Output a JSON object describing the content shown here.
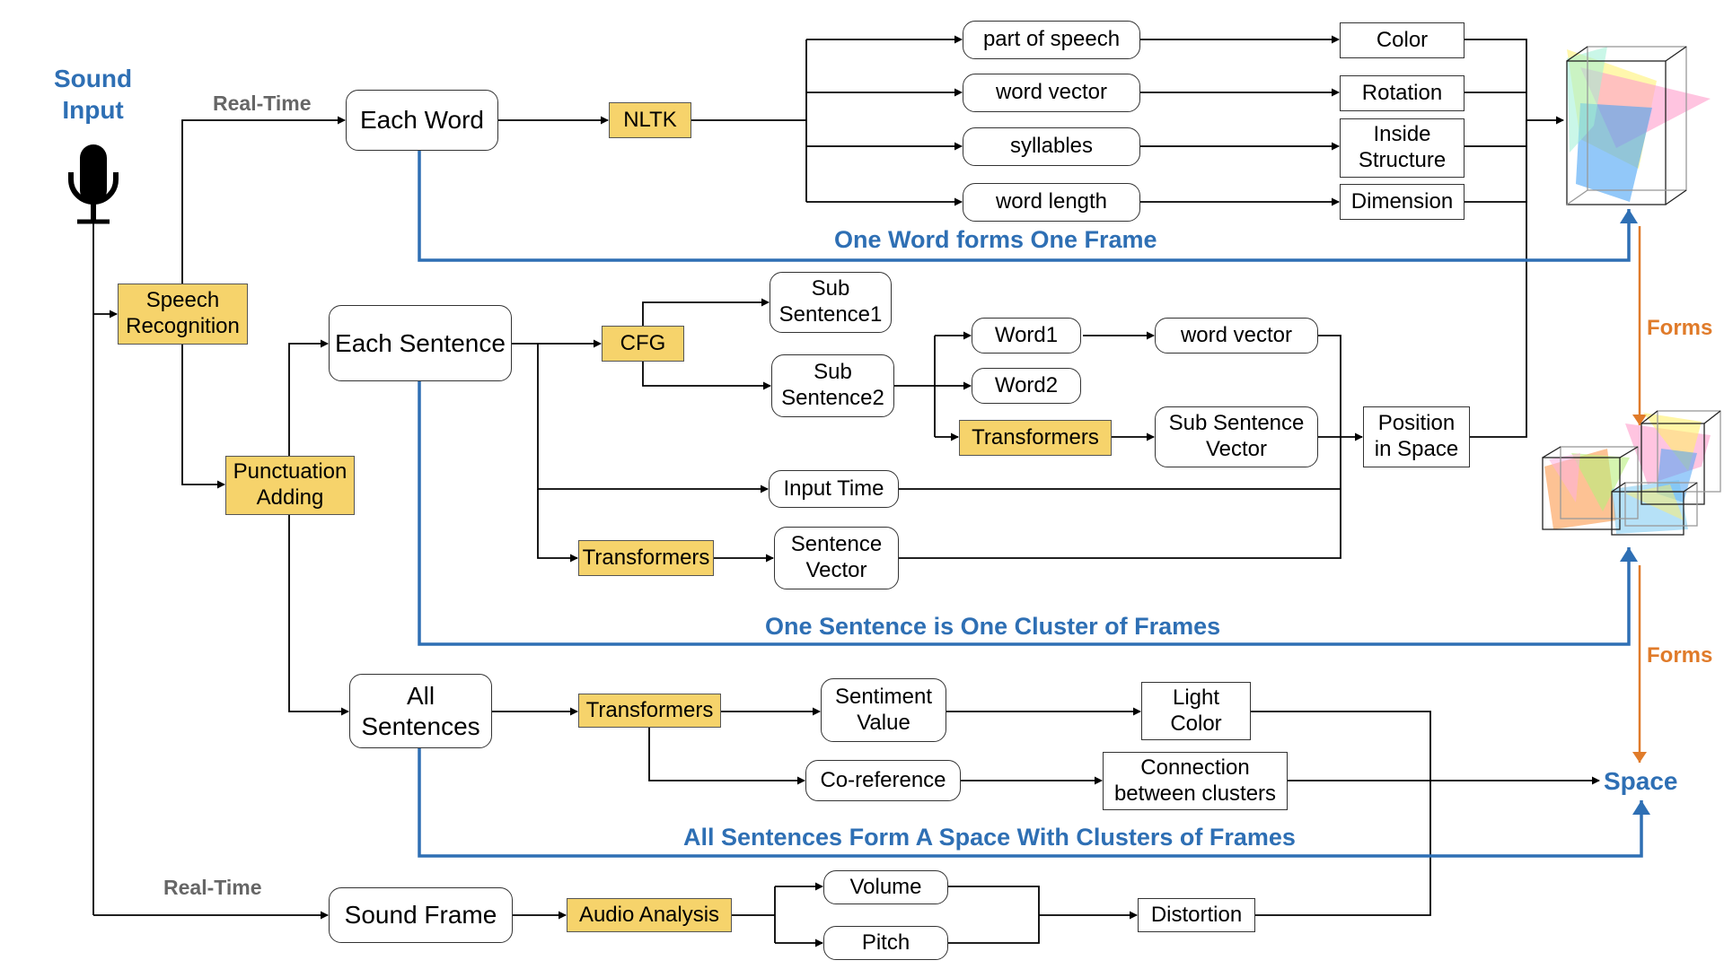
{
  "title": {
    "line1": "Sound",
    "line2": "Input"
  },
  "labels": {
    "realtime_top": "Real-Time",
    "realtime_bottom": "Real-Time",
    "word_frame": "One Word forms One Frame",
    "sentence_cluster": "One Sentence is One Cluster of Frames",
    "all_sentences_space": "All Sentences Form A Space With Clusters of Frames",
    "forms_top": "Forms",
    "forms_bottom": "Forms",
    "space": "Space"
  },
  "nodes": {
    "speech_recognition": "Speech Recognition",
    "punctuation_adding": "Punctuation Adding",
    "each_word": "Each Word",
    "nltk": "NLTK",
    "part_of_speech": "part of speech",
    "word_vector_top": "word vector",
    "syllables": "syllables",
    "word_length": "word length",
    "color": "Color",
    "rotation": "Rotation",
    "inside_structure": "Inside Structure",
    "dimension": "Dimension",
    "each_sentence": "Each Sentence",
    "cfg": "CFG",
    "sub_sentence1": "Sub Sentence1",
    "sub_sentence2": "Sub Sentence2",
    "word1": "Word1",
    "word2": "Word2",
    "word_vector_mid": "word vector",
    "transformers_sub": "Transformers",
    "sub_sentence_vector": "Sub Sentence Vector",
    "position_in_space": "Position in Space",
    "input_time": "Input Time",
    "transformers_sentence": "Transformers",
    "sentence_vector": "Sentence Vector",
    "all_sentences": "All Sentences",
    "transformers_all": "Transformers",
    "sentiment_value": "Sentiment Value",
    "light_color": "Light Color",
    "co_reference": "Co-reference",
    "connection_between_clusters": "Connection between clusters",
    "sound_frame": "Sound Frame",
    "audio_analysis": "Audio Analysis",
    "volume": "Volume",
    "pitch": "Pitch",
    "distortion": "Distortion"
  },
  "colors": {
    "tool_fill": "#f6d36b",
    "blue": "#2e6fb4",
    "orange": "#e07b2a",
    "grey_label": "#666666"
  },
  "icons": [
    "microphone-icon",
    "single-frame-cube-icon",
    "frame-cluster-icon"
  ]
}
